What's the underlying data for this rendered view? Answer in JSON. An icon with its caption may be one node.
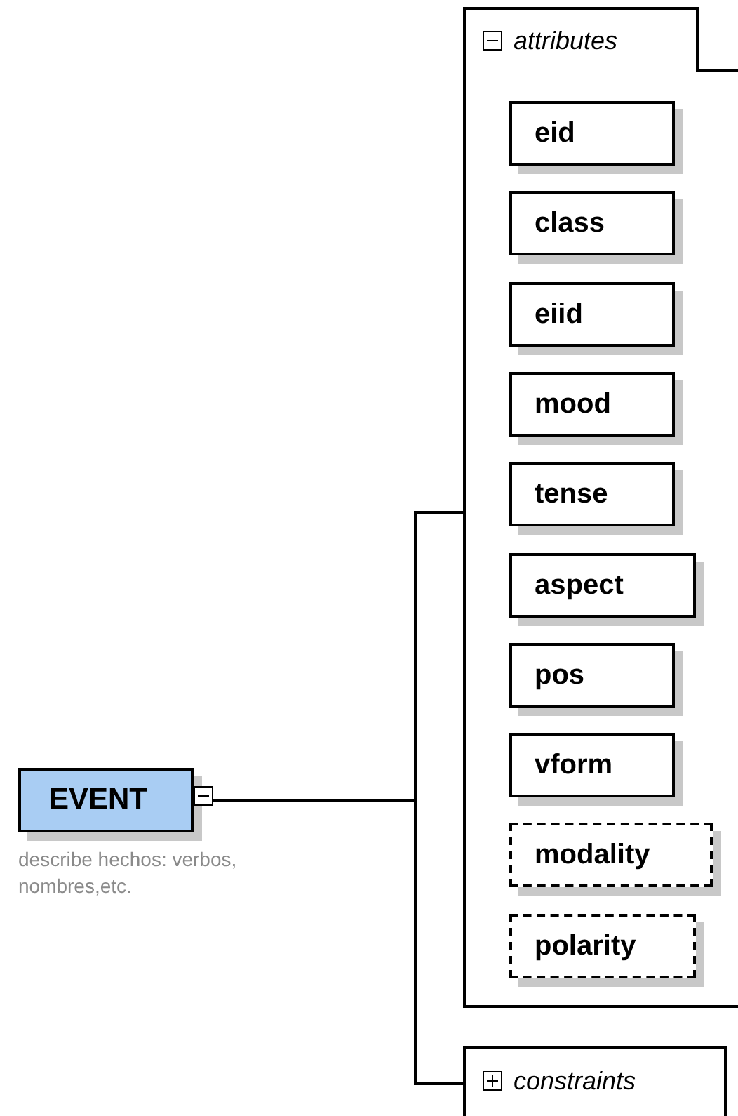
{
  "diagram": {
    "nodes": [
      {
        "text": [
          "EVENT"
        ],
        "beside": [
          "describe hechos: verbos, nombres,etc."
        ]
      },
      {
        "text": [
          "attributes"
        ]
      },
      {
        "text": [
          "eid"
        ],
        "in": 1
      },
      {
        "text": [
          "class"
        ],
        "in": 1
      },
      {
        "text": [
          "eiid"
        ],
        "in": 1
      },
      {
        "text": [
          "mood"
        ],
        "in": 1
      },
      {
        "text": [
          "tense"
        ],
        "in": 1
      },
      {
        "text": [
          "aspect"
        ],
        "in": 1
      },
      {
        "text": [
          "pos"
        ],
        "in": 1
      },
      {
        "text": [
          "vform"
        ],
        "in": 1
      },
      {
        "text": [
          "modality"
        ],
        "in": 1
      },
      {
        "text": [
          "polarity"
        ],
        "in": 1
      },
      {
        "text": [
          "constraints"
        ]
      }
    ],
    "edges": [
      {
        "from": 0,
        "to": 1,
        "arrow": "none"
      },
      {
        "from": 0,
        "to": 12,
        "arrow": "none"
      }
    ]
  }
}
